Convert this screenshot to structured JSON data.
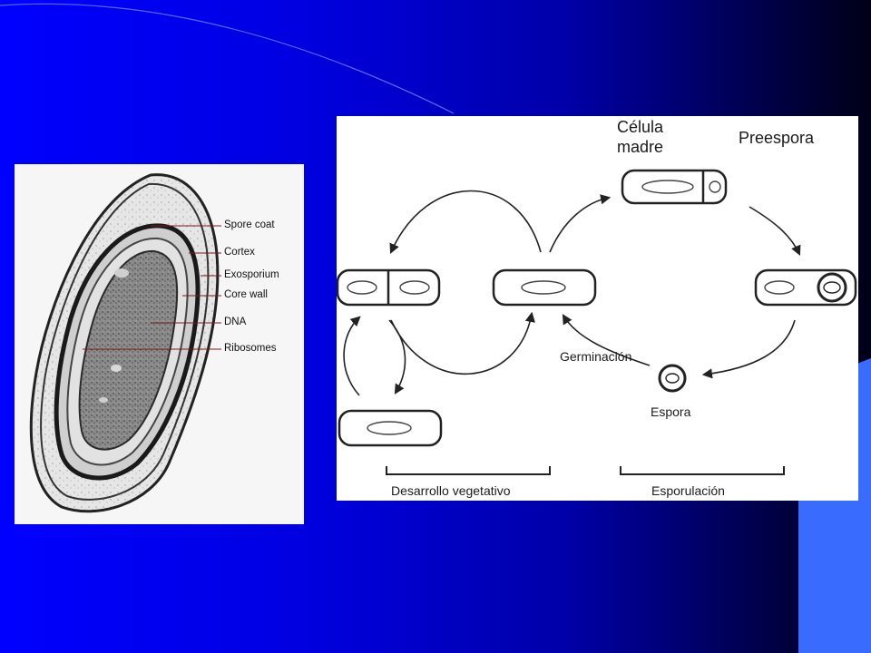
{
  "colors": {
    "background_start": "#0000ff",
    "background_end": "#000018",
    "accent_shape": "#3a6bff",
    "panel": "#ffffff"
  },
  "micrograph": {
    "labels": [
      "Spore coat",
      "Cortex",
      "Exosporium",
      "Core wall",
      "DNA",
      "Ribosomes"
    ]
  },
  "cycle": {
    "celula_madre": "Célula\nmadre",
    "preespora": "Preespora",
    "germinacion": "Germinación",
    "espora": "Espora",
    "desarrollo_vegetativo": "Desarrollo vegetativo",
    "esporulacion": "Esporulación"
  }
}
